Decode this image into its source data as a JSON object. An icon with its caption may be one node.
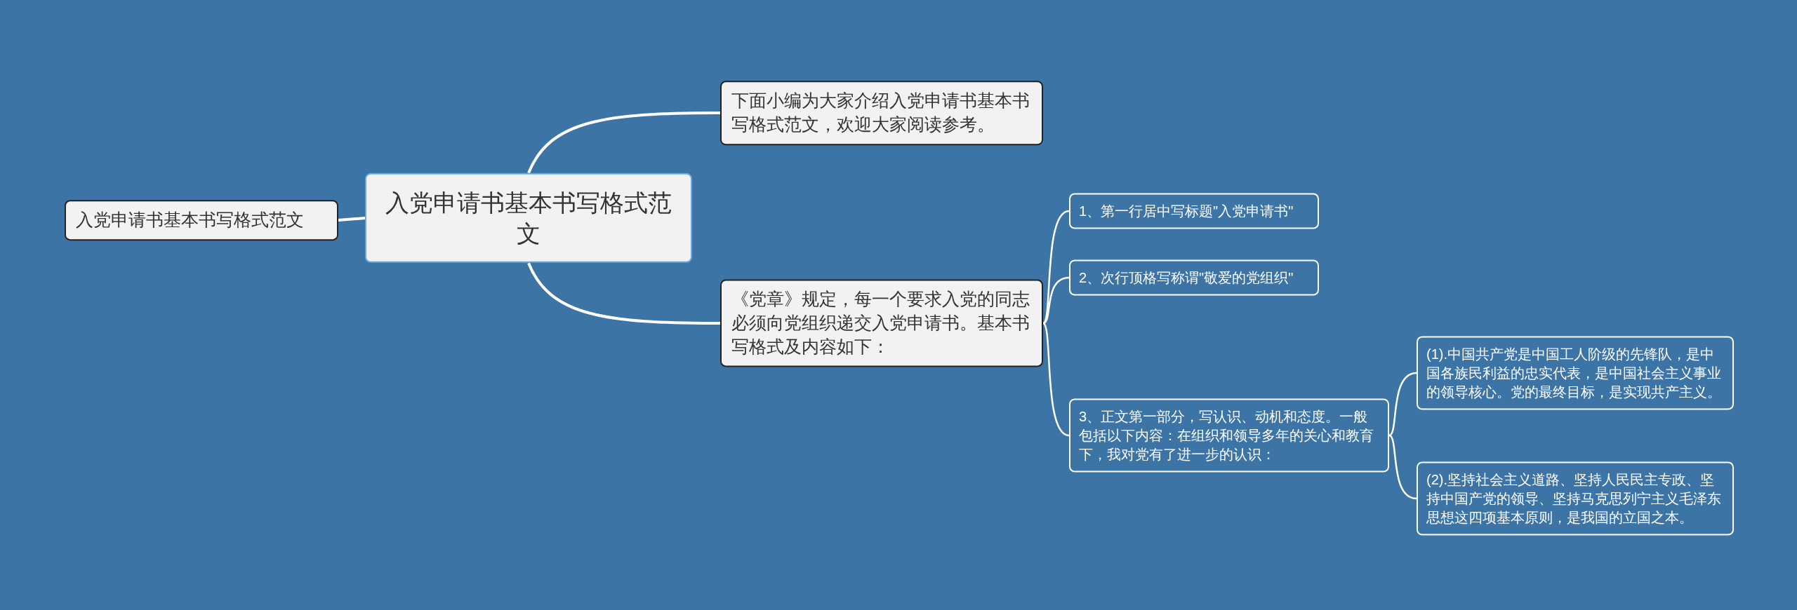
{
  "diagram": {
    "nodes": [
      {
        "text": [
          "入党申请书基本书写格式范文"
        ]
      },
      {
        "text": [
          "入党申请书基本书写格式范文"
        ]
      },
      {
        "text": [
          "下面小编为大家介绍入党申请书基本书写格式范文，欢迎大家阅读参考。"
        ]
      },
      {
        "text": [
          "《党章》规定，每一个要求入党的同志必须向党组织递交入党申请书。基本书写格式及内容如下："
        ]
      },
      {
        "text": [
          "1、第一行居中写标题\"入党申请书\""
        ]
      },
      {
        "text": [
          "2、次行顶格写称谓\"敬爱的党组织\""
        ]
      },
      {
        "text": [
          "3、正文第一部分，写认识、动机和态度。一般包括以下内容：在组织和领导多年的关心和教育下，我对党有了进一步的认识："
        ]
      },
      {
        "text": [
          "(1).中国共产党是中国工人阶级的先锋队，是中国各族民利益的忠实代表，是中国社会主义事业的领导核心。党的最终目标，是实现共产主义。"
        ]
      },
      {
        "text": [
          "(2).坚持社会主义道路、坚持人民民主专政、坚持中国产党的领导、坚持马克思列宁主义毛泽东思想这四项基本原则，是我国的立国之本。"
        ]
      }
    ],
    "edges": [
      {
        "from": 1,
        "to": 0,
        "arrow": "none"
      },
      {
        "from": 1,
        "to": 2,
        "arrow": "none"
      },
      {
        "from": 1,
        "to": 3,
        "arrow": "none"
      },
      {
        "from": 3,
        "to": 4,
        "arrow": "none"
      },
      {
        "from": 3,
        "to": 5,
        "arrow": "none"
      },
      {
        "from": 3,
        "to": 6,
        "arrow": "none"
      },
      {
        "from": 6,
        "to": 7,
        "arrow": "none"
      },
      {
        "from": 6,
        "to": 8,
        "arrow": "none"
      }
    ]
  }
}
